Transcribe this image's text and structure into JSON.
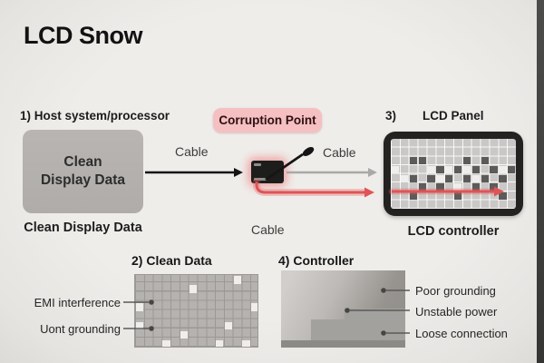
{
  "title": "LCD Snow",
  "colors": {
    "background": "#eceae7",
    "accent_red": "#df5456",
    "badge_bg": "#f5c0c1",
    "badge_text": "#2e0f12",
    "host_box_gray": "#b3b0ad",
    "panel_frame_black": "#232221",
    "screen_gray": "#c9c8c6",
    "cable_gray": "#a9a9a7"
  },
  "flow": {
    "step1_label": "1) Host system/processor",
    "host_box": {
      "line1": "Clean",
      "line2": "Display Data"
    },
    "host_caption": "Clean Display Data",
    "cable_label_left": "Cable",
    "corruption_label": "Corruption Point",
    "cable_label_right": "Cable",
    "cable_label_bottom": "Cable",
    "step3_number": "3)",
    "step3_label": "LCD Panel",
    "panel_caption": "LCD controller"
  },
  "panel_snow": {
    "cols": 14,
    "rows": 8,
    "dark_cells": [
      [
        2,
        2
      ],
      [
        3,
        2
      ],
      [
        8,
        2
      ],
      [
        10,
        2
      ],
      [
        5,
        3
      ],
      [
        7,
        3
      ],
      [
        9,
        3
      ],
      [
        11,
        3
      ],
      [
        13,
        3
      ],
      [
        2,
        4
      ],
      [
        4,
        4
      ],
      [
        6,
        4
      ],
      [
        8,
        4
      ],
      [
        10,
        4
      ],
      [
        12,
        4
      ],
      [
        3,
        5
      ],
      [
        5,
        5
      ],
      [
        9,
        5
      ],
      [
        11,
        5
      ],
      [
        2,
        6
      ],
      [
        7,
        6
      ],
      [
        12,
        6
      ]
    ],
    "white_cells": [
      [
        4,
        3
      ],
      [
        6,
        3
      ],
      [
        8,
        3
      ],
      [
        12,
        3
      ],
      [
        0,
        3
      ],
      [
        1,
        4
      ],
      [
        5,
        4
      ],
      [
        9,
        4
      ],
      [
        7,
        5
      ]
    ]
  },
  "section2": {
    "heading": "2) Clean Data",
    "callouts": [
      "EMI interference",
      "Uont grounding"
    ],
    "cols": 14,
    "rows": 8,
    "white_cells": [
      [
        6,
        1
      ],
      [
        11,
        0
      ],
      [
        0,
        3
      ],
      [
        0,
        5
      ],
      [
        13,
        3
      ],
      [
        10,
        5
      ],
      [
        5,
        6
      ],
      [
        9,
        7
      ],
      [
        12,
        7
      ],
      [
        3,
        7
      ]
    ]
  },
  "section4": {
    "heading": "4) Controller",
    "callouts": [
      "Poor grounding",
      "Unstable power",
      "Loose connection"
    ]
  }
}
